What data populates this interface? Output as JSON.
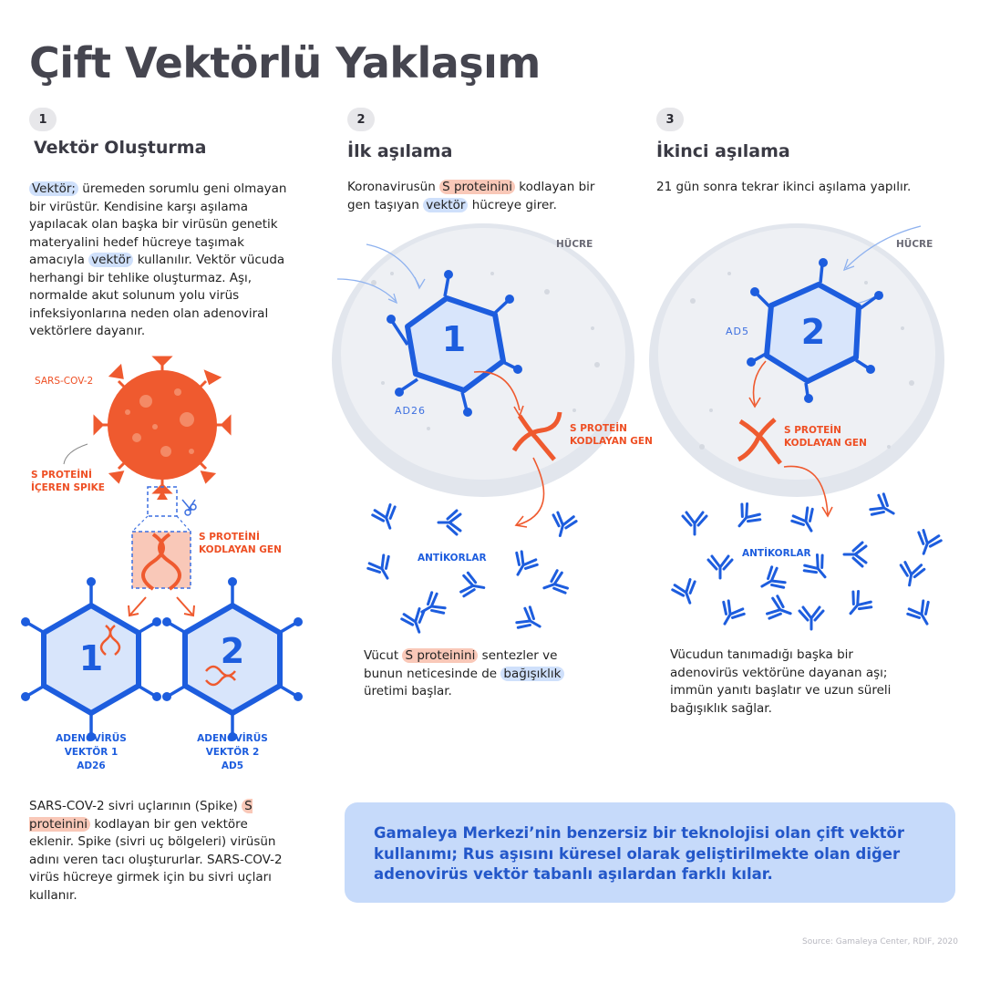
{
  "title": "Çift Vektörlü Yaklaşım",
  "step1": {
    "num": "1",
    "heading": "Vektör Oluşturma",
    "para": [
      {
        "t": "Vektör;",
        "h": "b"
      },
      {
        "t": " üremeden sorumlu  geni olmayan bir virüstür. Kendisine karşı aşılama yapılacak olan başka bir virüsün genetik materyalini hedef hücreye taşımak amacıyla "
      },
      {
        "t": "vektör",
        "h": "b"
      },
      {
        "t": " kullanılır. Vektör vücuda herhangi bir tehlike oluşturmaz. Aşı, normalde akut solunum yolu virüs infeksiyonlarına neden olan adenoviral vektörlere dayanır."
      }
    ],
    "sars_label": "SARS-COV-2",
    "spike_label": [
      "S PROTEİNİ",
      "İÇEREN SPIKE"
    ],
    "gene_label": [
      "S PROTEİNİ",
      "KODLAYAN GEN"
    ],
    "vector1_num": "1",
    "vector2_num": "2",
    "vector1_label": [
      "ADENOVİRÜS",
      "VEKTÖR 1",
      "AD26"
    ],
    "vector2_label": [
      "ADENOVİRÜS",
      "VEKTÖR 2",
      "AD5"
    ],
    "bottom_para": [
      {
        "t": "SARS-COV-2 sivri uçlarının (Spike) "
      },
      {
        "t": "S proteinini",
        "h": "o"
      },
      {
        "t": " kodlayan bir gen vektöre eklenir. Spike (sivri uç bölgeleri) virüsün adını veren tacı oluştururlar. SARS-COV-2 virüs hücreye girmek için bu sivri uçları kullanır."
      }
    ]
  },
  "step2": {
    "num": "2",
    "heading": "İlk aşılama",
    "para": [
      {
        "t": "Koronavirusün "
      },
      {
        "t": "S proteinini",
        "h": "o"
      },
      {
        "t": " kodlayan bir gen taşıyan "
      },
      {
        "t": "vektör",
        "h": "b"
      },
      {
        "t": " hücreye girer."
      }
    ],
    "cell_label": "HÜCRE",
    "vector_label": "AD26",
    "vector_num": "1",
    "gene_label": [
      "S PROTEİN",
      "KODLAYAN GEN"
    ],
    "antibody_label": "ANTİKORLAR",
    "bottom_para": [
      {
        "t": "Vücut "
      },
      {
        "t": "S proteinini",
        "h": "o"
      },
      {
        "t": " sentezler ve bunun neticesinde de "
      },
      {
        "t": "bağışıklık",
        "h": "b"
      },
      {
        "t": " üretimi başlar."
      }
    ]
  },
  "step3": {
    "num": "3",
    "heading": "İkinci aşılama",
    "para": [
      {
        "t": "21 gün sonra tekrar ikinci aşılama yapılır."
      }
    ],
    "cell_label": "HÜCRE",
    "vector_label": "AD5",
    "vector_num": "2",
    "gene_label": [
      "S PROTEİN",
      "KODLAYAN GEN"
    ],
    "antibody_label": "ANTİKORLAR",
    "bottom_para": [
      {
        "t": "Vücudun tanımadığı başka bir adenovirüs vektörüne dayanan aşı; immün yanıtı başlatır ve uzun süreli bağışıklık sağlar."
      }
    ]
  },
  "banner": "Gamaleya Merkezi’nin benzersiz bir teknolojisi olan çift vektör kullanımı; Rus aşısını küresel olarak geliştirilmekte olan diğer adenovirüs vektör tabanlı aşılardan farklı kılar.",
  "source": "Source: Gamaleya Center, RDIF, 2020",
  "colors": {
    "orange": "#ef5a2f",
    "blue": "#1d5dde",
    "light_blue": "#c6dafa",
    "cell": "#e9ecf1"
  }
}
